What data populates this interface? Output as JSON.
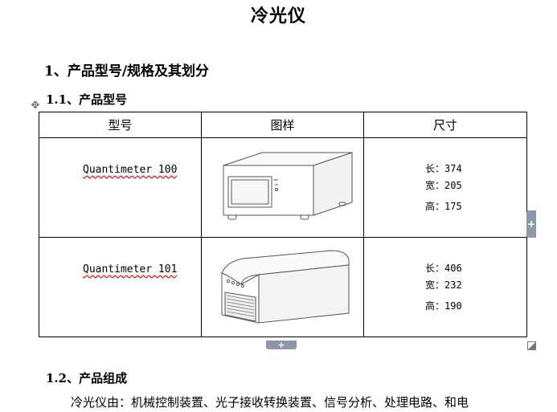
{
  "document": {
    "title": "冷光仪",
    "section1_heading": "1、产品型号/规格及其划分",
    "section1_1_heading": "1.1、产品型号",
    "section1_2_heading": "1.2、产品组成",
    "section1_2_text": "冷光仪由：机械控制装置、光子接收转换装置、信号分析、处理电路、和电"
  },
  "table": {
    "headers": [
      "型号",
      "图样",
      "尺寸"
    ],
    "rows": [
      {
        "model": "Quantimeter 100",
        "image_icon": "quantimeter-100-device-icon",
        "dims": [
          "长：374",
          "宽：205",
          "高：175"
        ]
      },
      {
        "model": "Quantimeter 101",
        "image_icon": "quantimeter-101-device-icon",
        "dims": [
          "长：406",
          "宽：232",
          "高：190"
        ]
      }
    ]
  },
  "controls": {
    "add_column": "+",
    "add_row": "+",
    "move_handle": "✥"
  },
  "colors": {
    "handle_bg": "#8c98a8",
    "spellcheck_underline": "#d02020"
  }
}
